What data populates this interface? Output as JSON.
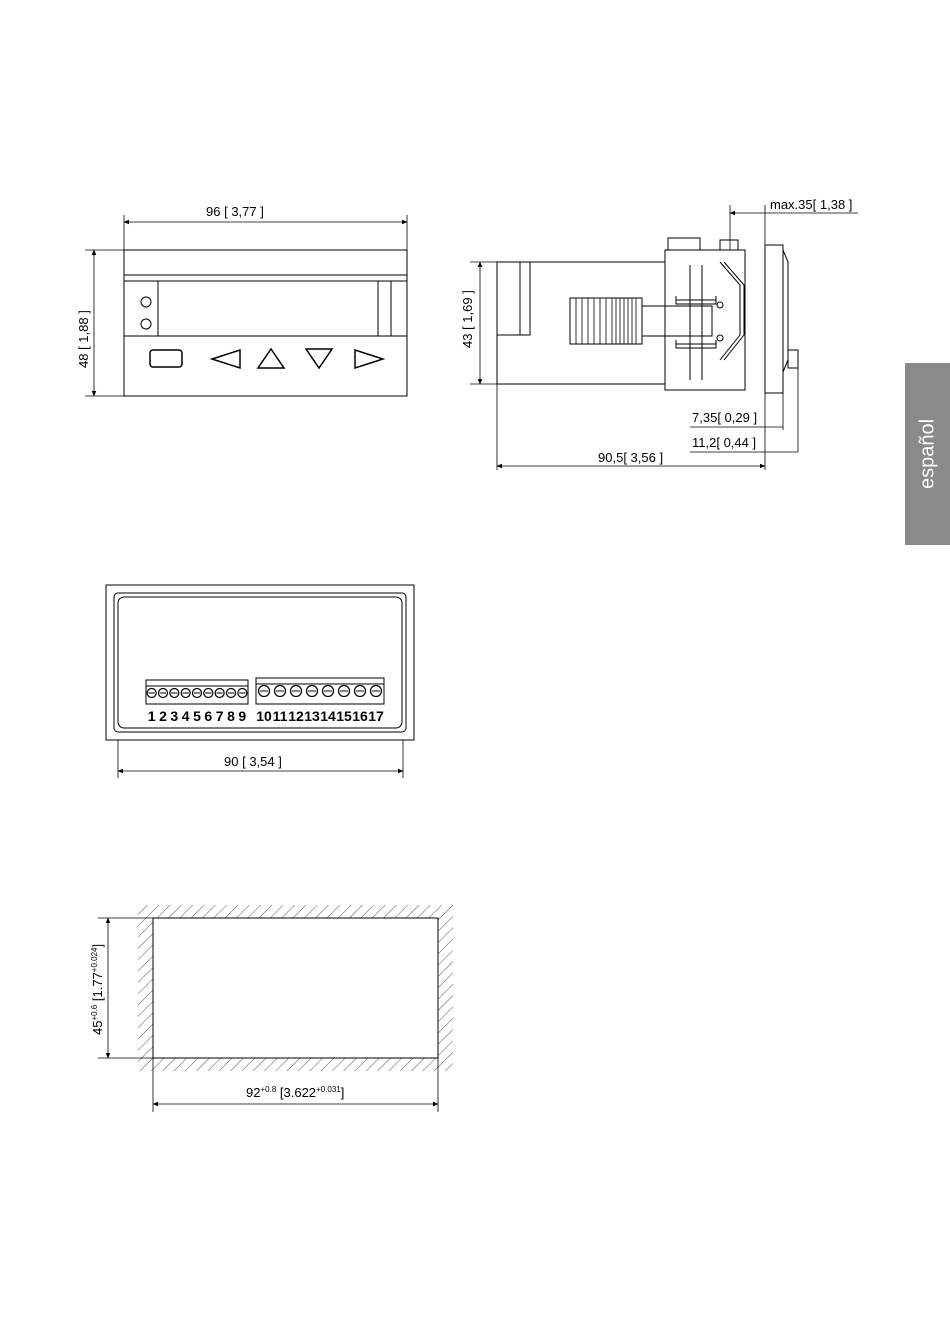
{
  "language_tab": "español",
  "front_view": {
    "width_dim": "96",
    "width_dim_inch": "3,77",
    "height_dim": "48",
    "height_dim_inch": "1,88",
    "buttons": [
      "rect-button",
      "left-triangle-button",
      "up-triangle-button",
      "down-triangle-button",
      "right-triangle-button"
    ]
  },
  "side_view": {
    "max_depth_dim": "max.35",
    "max_depth_dim_inch": "1,38",
    "height_dim": "43",
    "height_dim_inch": "1,69",
    "bezel_dim": "7,35",
    "bezel_dim_inch": "0,29",
    "front_dim": "11,2",
    "front_dim_inch": "0,44",
    "depth_dim": "90,5",
    "depth_dim_inch": "3,56"
  },
  "rear_view": {
    "width_dim": "90",
    "width_dim_inch": "3,54",
    "terminals_left": [
      "1",
      "2",
      "3",
      "4",
      "5",
      "6",
      "7",
      "8",
      "9"
    ],
    "terminals_right": [
      "10",
      "11",
      "12",
      "13",
      "14",
      "15",
      "16",
      "17"
    ]
  },
  "panel_cutout": {
    "height_dim": "45",
    "height_tol": "+0.6",
    "height_dim_inch": "1.77",
    "height_tol_inch": "+0.024",
    "width_dim": "92",
    "width_tol": "+0.8",
    "width_dim_inch": "3.622",
    "width_tol_inch": "+0.031"
  }
}
